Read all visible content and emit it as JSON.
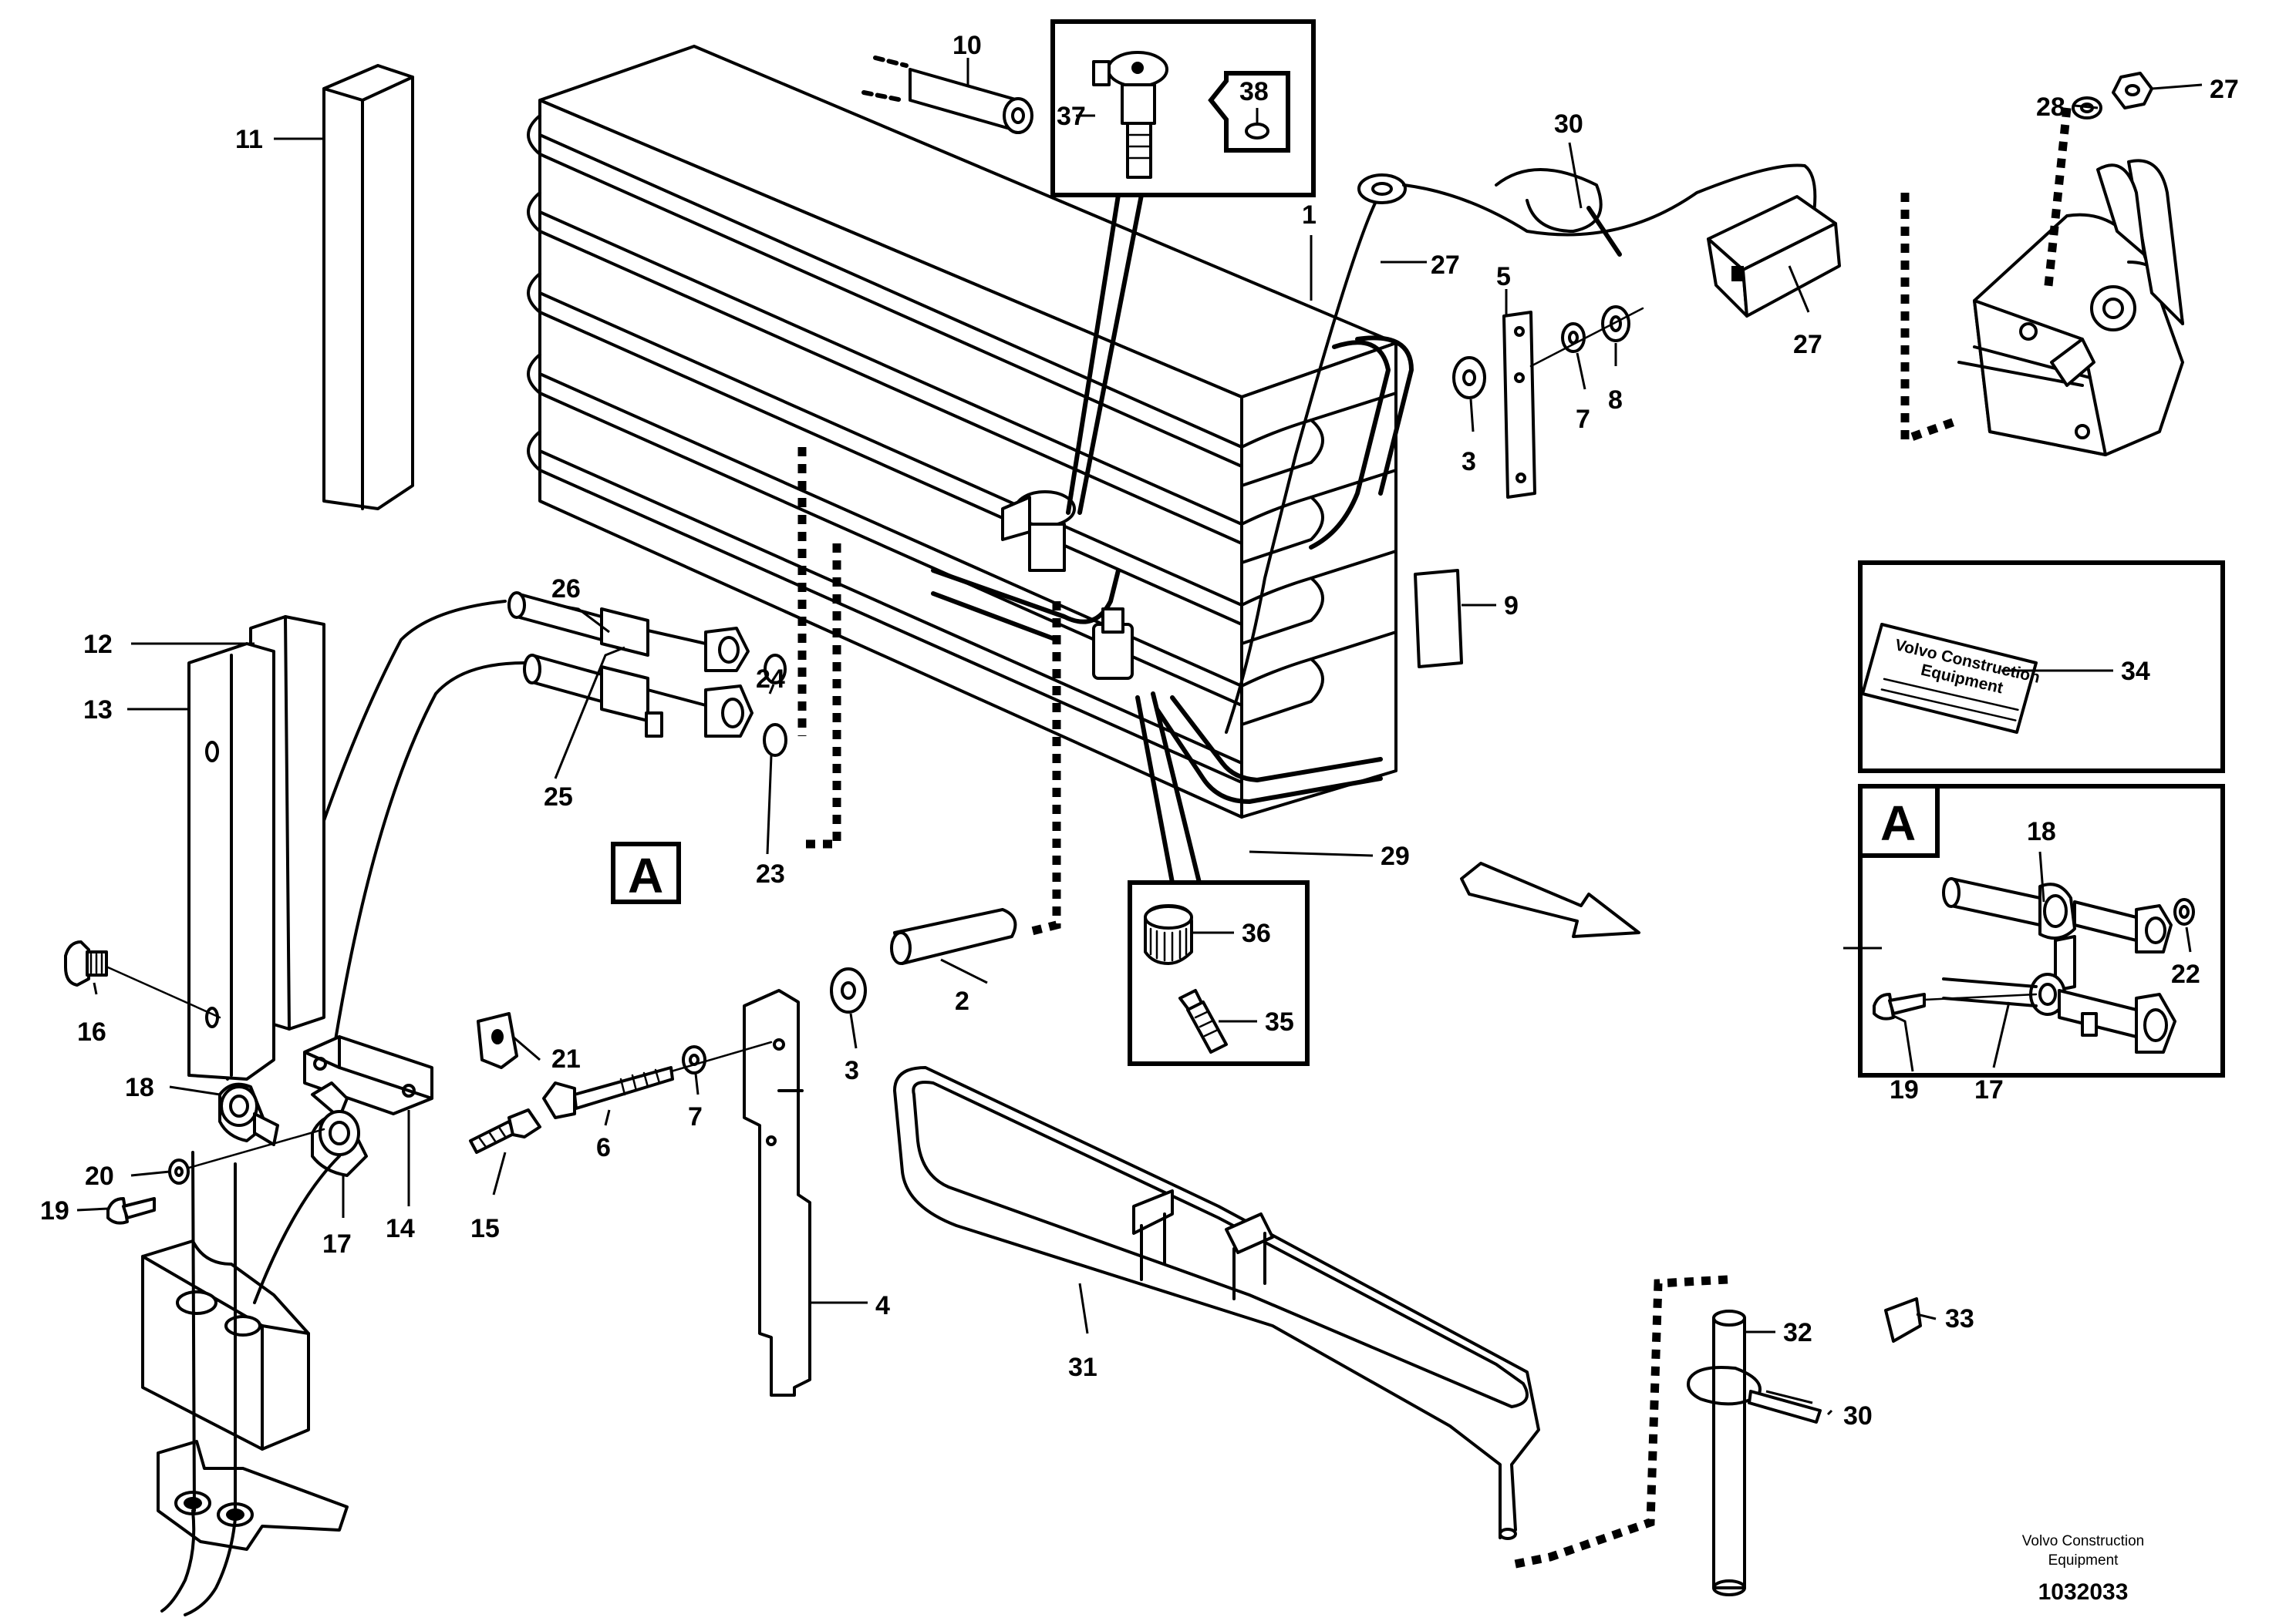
{
  "parts": {
    "p1": "1",
    "p2": "2",
    "p3a": "3",
    "p3b": "3",
    "p4": "4",
    "p5": "5",
    "p6": "6",
    "p7a": "7",
    "p7b": "7",
    "p8": "8",
    "p9": "9",
    "p10": "10",
    "p11": "11",
    "p12": "12",
    "p13": "13",
    "p14": "14",
    "p15": "15",
    "p16": "16",
    "p17a": "17",
    "p17b": "17",
    "p18a": "18",
    "p18b": "18",
    "p19a": "19",
    "p19b": "19",
    "p20": "20",
    "p21": "21",
    "p22": "22",
    "p23": "23",
    "p24": "24",
    "p25": "25",
    "p26": "26",
    "p27a": "27",
    "p27b": "27",
    "p27c": "27",
    "p28": "28",
    "p29": "29",
    "p30a": "30",
    "p30b": "30",
    "p31": "31",
    "p32": "32",
    "p33": "33",
    "p34": "34",
    "p35": "35",
    "p36": "36",
    "p37": "37",
    "p38": "38"
  },
  "detail_ref": {
    "main": "A",
    "panel": "A"
  },
  "sticker": {
    "line1": "Volvo Construction",
    "line2": "Equipment"
  },
  "footer": {
    "credit_line1": "Volvo Construction",
    "credit_line2": "Equipment",
    "drawing_number": "1032033"
  }
}
